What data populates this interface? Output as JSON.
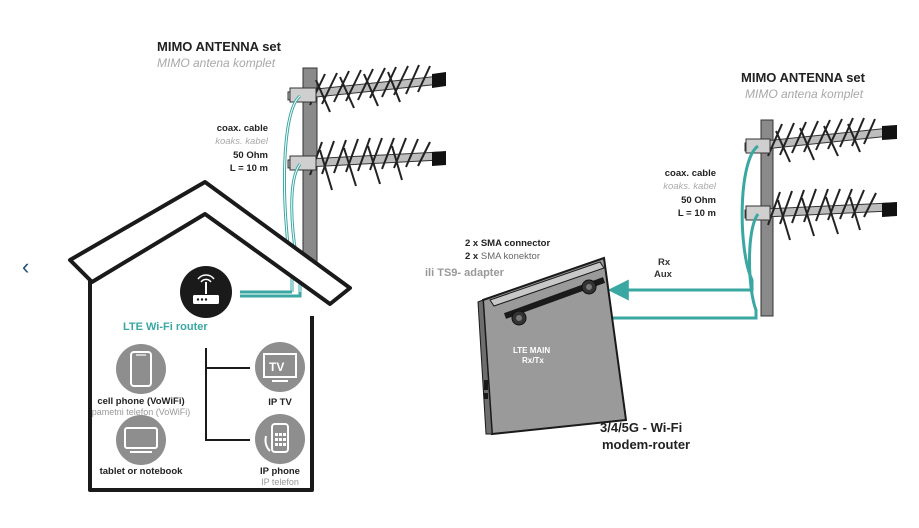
{
  "left_antenna": {
    "title": "MIMO ANTENNA set",
    "subtitle": "MIMO antena komplet",
    "cable_title": "coax. cable",
    "cable_sub": "koaks. kabel",
    "impedance": "50 Ohm",
    "length": "L = 10 m"
  },
  "right_antenna": {
    "title": "MIMO ANTENNA set",
    "subtitle": "MIMO antena komplet",
    "cable_title": "coax. cable",
    "cable_sub": "koaks. kabel",
    "impedance": "50 Ohm",
    "length": "L = 10 m"
  },
  "house": {
    "router_label": "LTE Wi-Fi router",
    "devices": {
      "cell_phone": {
        "label": "cell phone (VoWiFi)",
        "sub": "pametni telefon (VoWiFi)"
      },
      "tablet": {
        "label": "tablet or notebook"
      },
      "ip_tv": {
        "label": "IP TV",
        "icon_text": "TV"
      },
      "ip_phone": {
        "label": "IP phone",
        "sub": "IP telefon"
      }
    }
  },
  "modem": {
    "sma_title": "2 x SMA connector",
    "sma_sub_prefix": "2 x",
    "sma_sub": "SMA konektor",
    "adapter": "ili TS9- adapter",
    "port_label_1": "LTE MAIN",
    "port_label_2": "Rx/Tx",
    "rx_label": "Rx",
    "aux_label": "Aux",
    "name_line1": "3/4/5G - Wi-Fi",
    "name_line2": "modem-router"
  },
  "nav": {
    "prev": "‹"
  },
  "colors": {
    "teal": "#3aa7a3",
    "dark": "#1a1a1a",
    "gray": "#9a9a9a",
    "light_gray": "#d8d8d8",
    "house_stroke": "#1a1a1a"
  }
}
